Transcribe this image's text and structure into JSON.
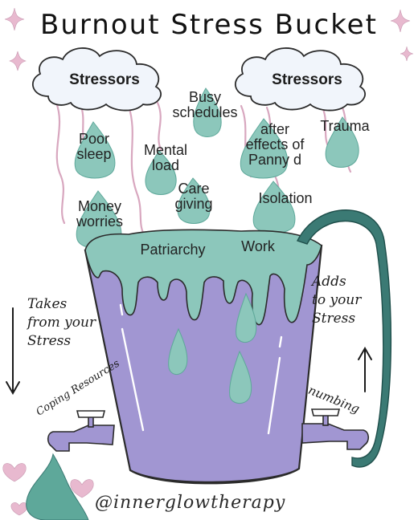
{
  "title": "Burnout Stress Bucket",
  "clouds": {
    "left_label": "Stressors",
    "right_label": "Stressors"
  },
  "stressors": {
    "busy_schedules": "Busy\nschedules",
    "poor_sleep": "Poor\nsleep",
    "mental_load": "Mental\nload",
    "after_effects": "after\neffects of\nPanny d",
    "trauma": "Trauma",
    "money_worries": "Money\nworries",
    "care_giving": "Care\ngiving",
    "isolation": "Isolation",
    "patriarchy": "Patriarchy",
    "work": "Work"
  },
  "annotations": {
    "takes_from": "Takes\nfrom your\nStress",
    "adds_to": "Adds\nto your\nStress",
    "coping": "Coping Resources",
    "numbing": "numbing",
    "handle": "@innerglowtherapy"
  },
  "colors": {
    "teal": "#8cc7bb",
    "teal_dark": "#5ea89a",
    "purple": "#a196d2",
    "pink": "#e8b9cf",
    "cloud": "#f1f5fb",
    "pipe": "#3b7a74",
    "ink": "#1b1b1b"
  },
  "icons": [
    "sparkle-icon",
    "heart-icon",
    "raindrop-icon",
    "arrow-down-icon",
    "arrow-up-icon",
    "faucet-icon"
  ]
}
